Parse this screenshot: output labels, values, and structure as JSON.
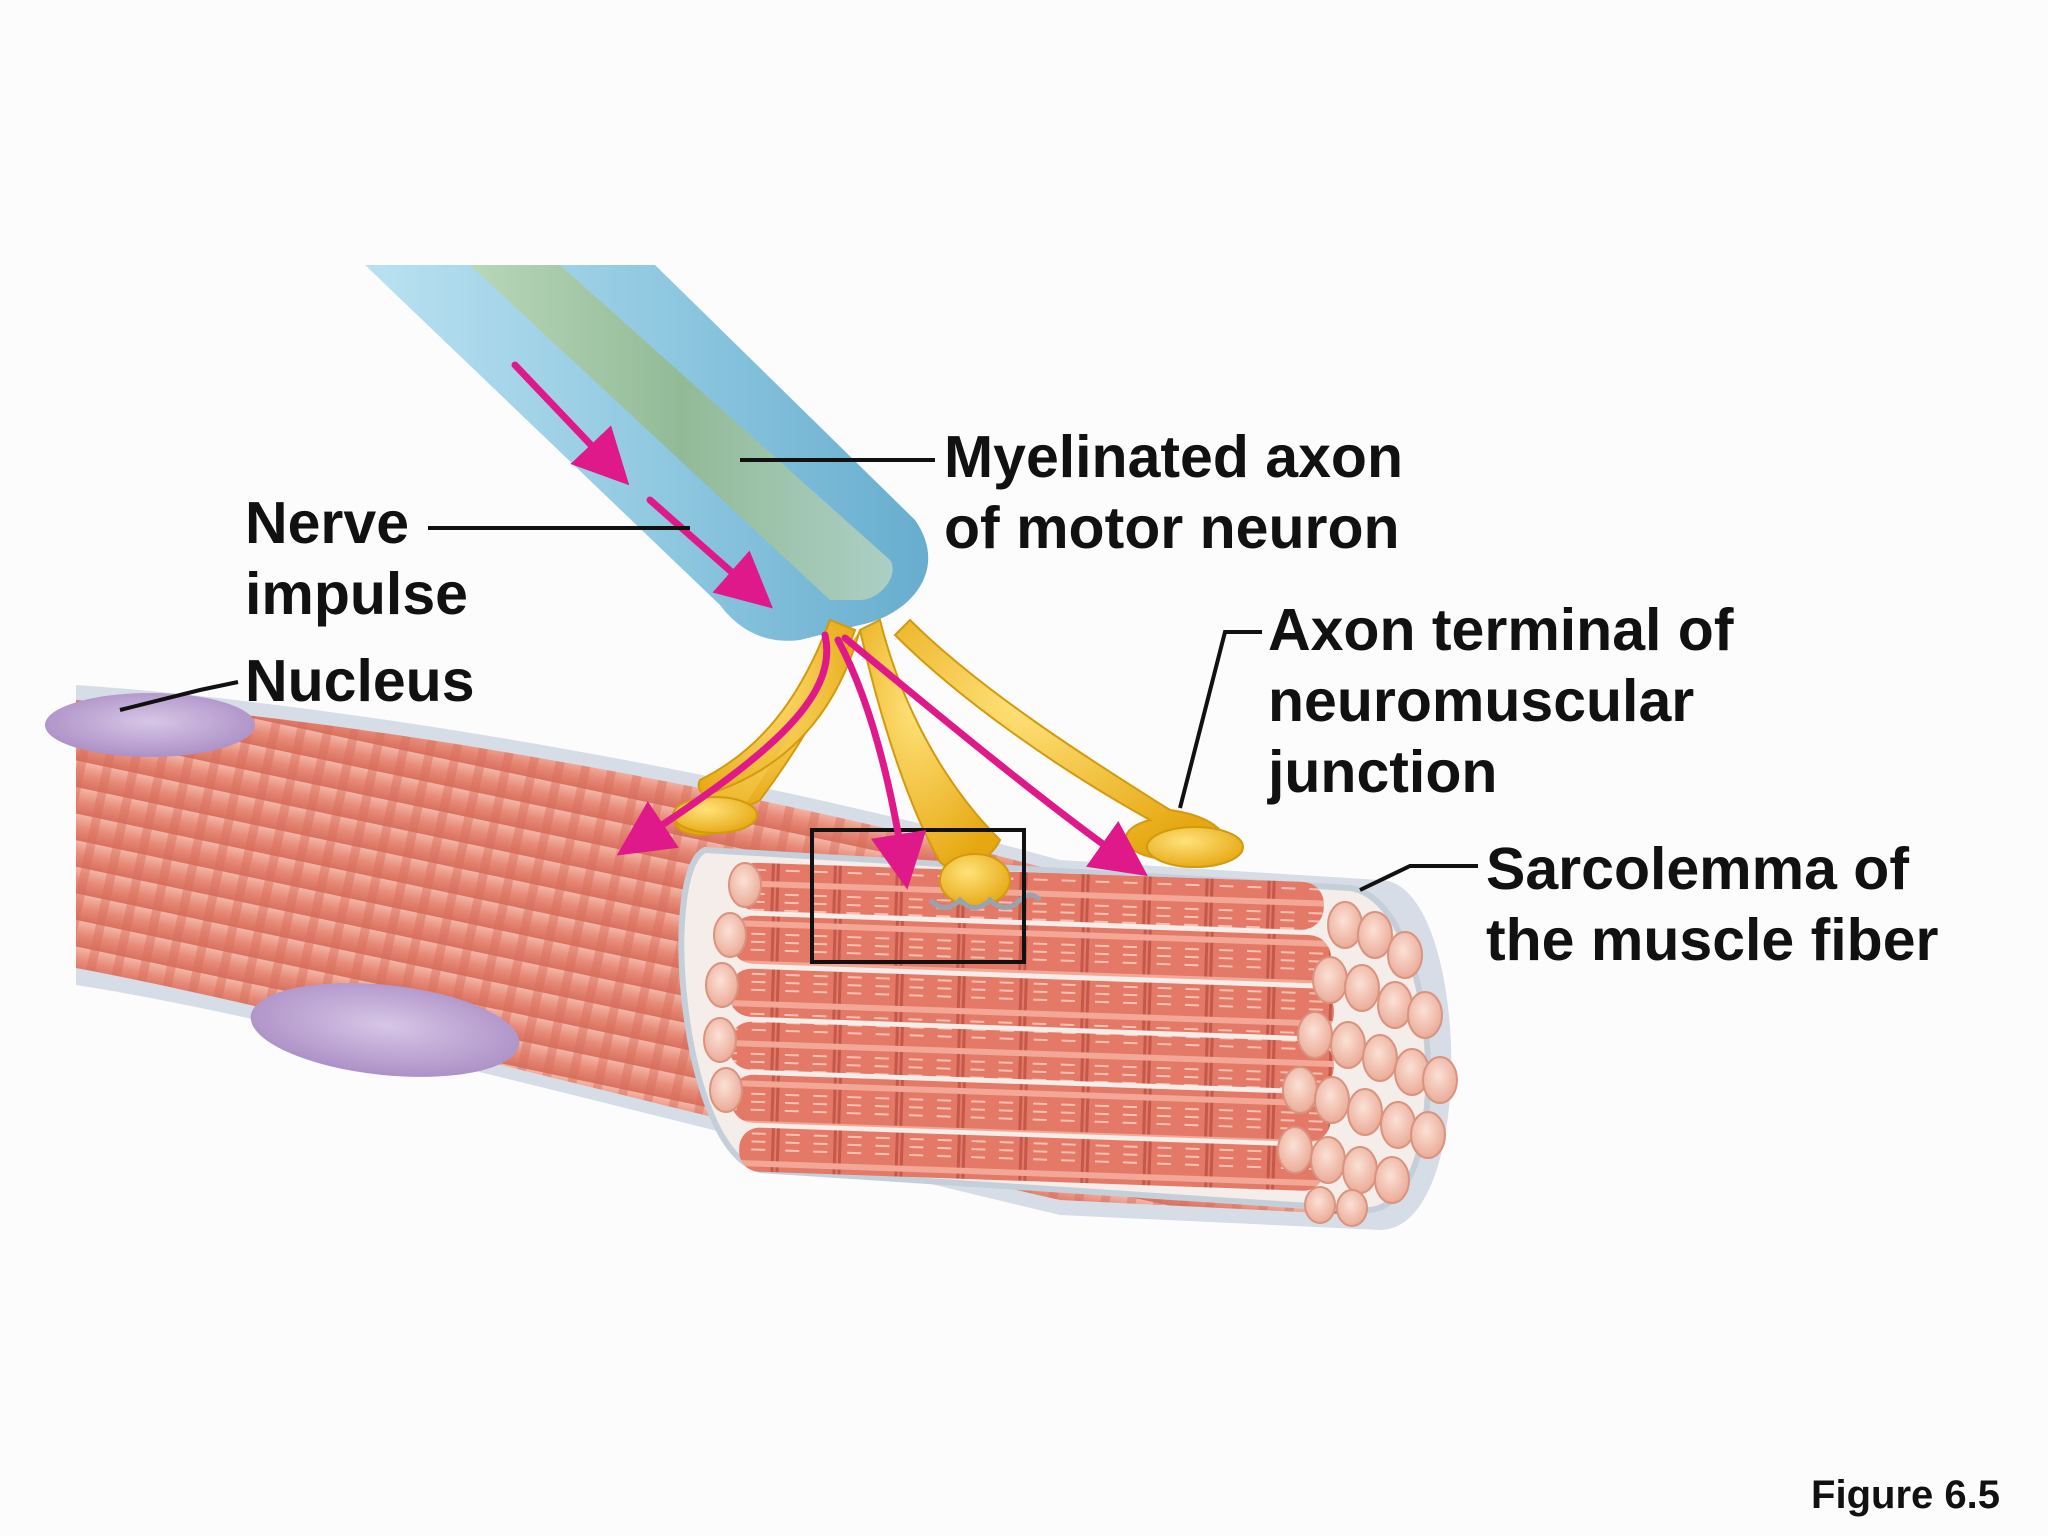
{
  "labels": {
    "myelinated_axon": [
      "Myelinated axon",
      "of motor neuron"
    ],
    "nerve_impulse": [
      "Nerve",
      "impulse"
    ],
    "nucleus": [
      "Nucleus"
    ],
    "axon_terminal": [
      "Axon terminal of",
      "neuromuscular",
      "junction"
    ],
    "sarcolemma": [
      "Sarcolemma of",
      "the muscle fiber"
    ]
  },
  "figure_number": "Figure 6.5",
  "colors": {
    "background": "#fdfcfd",
    "muscle": "#e88f7e",
    "muscle_stripe": "#d06a5a",
    "myofibril": "#e57a67",
    "myofibril_end": "#f4c4b2",
    "sarcolemma": "#c9d4df",
    "nucleus": "#b89ccf",
    "myelin": "#8fcbe3",
    "axon_core": "#a8c8a0",
    "terminal": "#f4c12f",
    "impulse_arrow": "#e0198a",
    "leader_line": "#111111"
  }
}
